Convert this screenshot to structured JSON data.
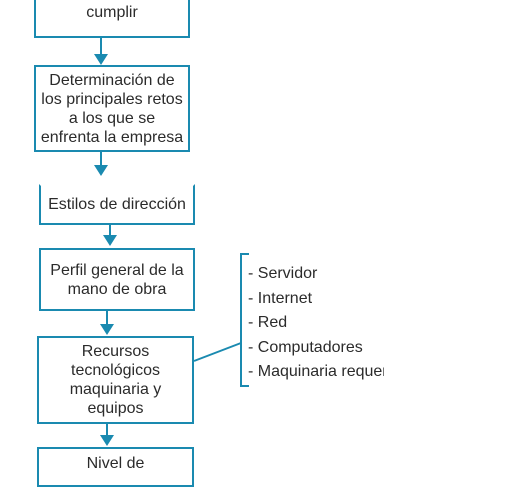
{
  "colors": {
    "accent": "#1a8ab0",
    "text": "#2b2b2b"
  },
  "boxes": {
    "top": "cumplir",
    "challenges": "Determinación de los principales retos a los que se enfrenta la empresa",
    "styles": "Estilos de dirección",
    "workforce": "Perfil general de la mano de obra",
    "tech": "Recursos tecnológicos maquinaria y equipos",
    "level": "Nivel de"
  },
  "tech_list": [
    "- Servidor",
    "- Internet",
    "- Red",
    "- Computadores",
    "- Maquinaria requerida"
  ]
}
